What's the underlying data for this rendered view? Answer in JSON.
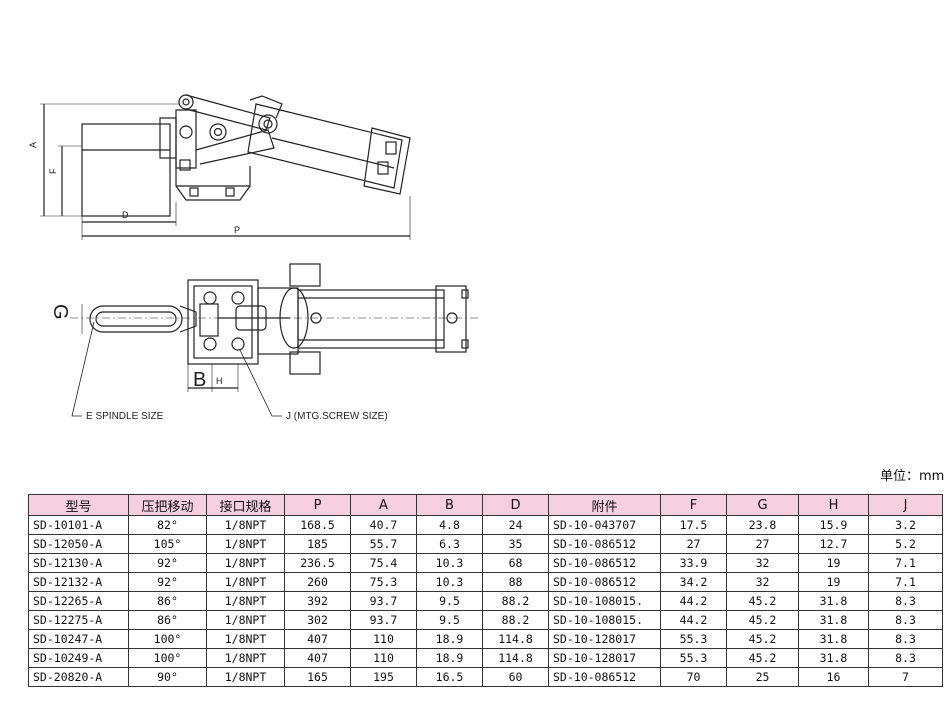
{
  "unit_label": "单位：mm",
  "drawing": {
    "labels": {
      "A": "A",
      "F": "F",
      "D": "D",
      "P": "P",
      "G": "G",
      "B": "B",
      "H": "H",
      "spindle": "E SPINDLE SIZE",
      "screw": "J (MTG.SCREW SIZE)"
    }
  },
  "table": {
    "headers": [
      "型号",
      "压把移动",
      "接口规格",
      "P",
      "A",
      "B",
      "D",
      "附件",
      "F",
      "G",
      "H",
      "J"
    ],
    "rows": [
      [
        "SD-10101-A",
        "82°",
        "1/8NPT",
        "168.5",
        "40.7",
        "4.8",
        "24",
        "SD-10-043707",
        "17.5",
        "23.8",
        "15.9",
        "3.2"
      ],
      [
        "SD-12050-A",
        "105°",
        "1/8NPT",
        "185",
        "55.7",
        "6.3",
        "35",
        "SD-10-086512",
        "27",
        "27",
        "12.7",
        "5.2"
      ],
      [
        "SD-12130-A",
        "92°",
        "1/8NPT",
        "236.5",
        "75.4",
        "10.3",
        "68",
        "SD-10-086512",
        "33.9",
        "32",
        "19",
        "7.1"
      ],
      [
        "SD-12132-A",
        "92°",
        "1/8NPT",
        "260",
        "75.3",
        "10.3",
        "88",
        "SD-10-086512",
        "34.2",
        "32",
        "19",
        "7.1"
      ],
      [
        "SD-12265-A",
        "86°",
        "1/8NPT",
        "392",
        "93.7",
        "9.5",
        "88.2",
        "SD-10-108015.",
        "44.2",
        "45.2",
        "31.8",
        "8.3"
      ],
      [
        "SD-12275-A",
        "86°",
        "1/8NPT",
        "302",
        "93.7",
        "9.5",
        "88.2",
        "SD-10-108015.",
        "44.2",
        "45.2",
        "31.8",
        "8.3"
      ],
      [
        "SD-10247-A",
        "100°",
        "1/8NPT",
        "407",
        "110",
        "18.9",
        "114.8",
        "SD-10-128017",
        "55.3",
        "45.2",
        "31.8",
        "8.3"
      ],
      [
        "SD-10249-A",
        "100°",
        "1/8NPT",
        "407",
        "110",
        "18.9",
        "114.8",
        "SD-10-128017",
        "55.3",
        "45.2",
        "31.8",
        "8.3"
      ],
      [
        "SD-20820-A",
        "90°",
        "1/8NPT",
        "165",
        "195",
        "16.5",
        "60",
        "SD-10-086512",
        "70",
        "25",
        "16",
        "7"
      ]
    ]
  }
}
